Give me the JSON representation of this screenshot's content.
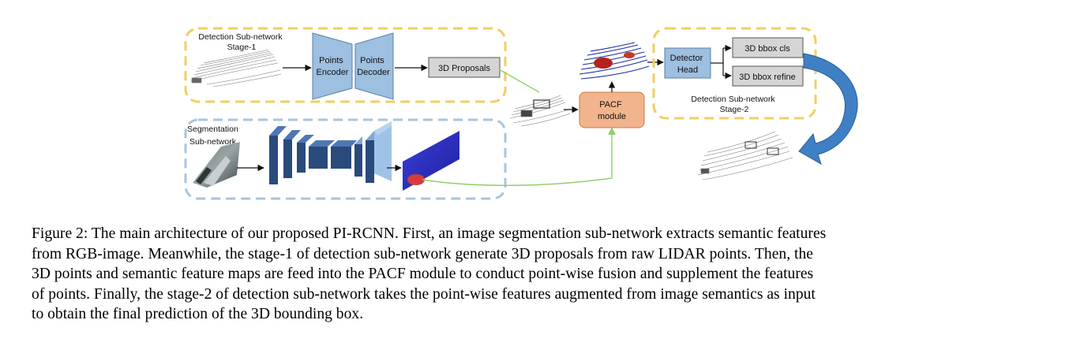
{
  "figure": {
    "stage1_title": [
      "Detection Sub-network",
      "Stage-1"
    ],
    "encoder_label": [
      "Points",
      "Encoder"
    ],
    "decoder_label": [
      "Points",
      "Decoder"
    ],
    "proposals_label": "3D Proposals",
    "segmentation_title": [
      "Segmentation",
      "Sub-network"
    ],
    "pacf_label": [
      "PACF",
      "module"
    ],
    "detector_head_label": [
      "Detector",
      "Head"
    ],
    "bbox_cls_label": "3D bbox cls",
    "bbox_refine_label": "3D bbox refine",
    "stage2_title": [
      "Detection Sub-network",
      "Stage-2"
    ],
    "colors": {
      "stage1_border": "#f2cf60",
      "stage2_border": "#f2cf60",
      "segmentation_border": "#a9c4dc",
      "encoder_fill": "#9dbfe0",
      "detector_head_fill": "#9dbfe0",
      "pacf_fill": "#f2b48c",
      "output_box_fill": "#d5d5d5",
      "green_connector": "#8fd06a",
      "cnn_dark": "#2a4a7c",
      "cnn_light": "#7fa8da",
      "curved_arrow": "#3f7fc4"
    }
  },
  "caption": {
    "lines": [
      "Figure 2: The main architecture of our proposed PI-RCNN. First, an image segmentation sub-network extracts semantic features",
      "from RGB-image. Meanwhile, the stage-1 of detection sub-network generate 3D proposals from raw LIDAR points. Then, the",
      "3D points and semantic feature maps are feed into the PACF module to conduct point-wise fusion and supplement the features",
      "of points. Finally, the stage-2 of detection sub-network takes the point-wise features augmented from image semantics as input",
      "to obtain the final prediction of the 3D bounding box."
    ]
  }
}
